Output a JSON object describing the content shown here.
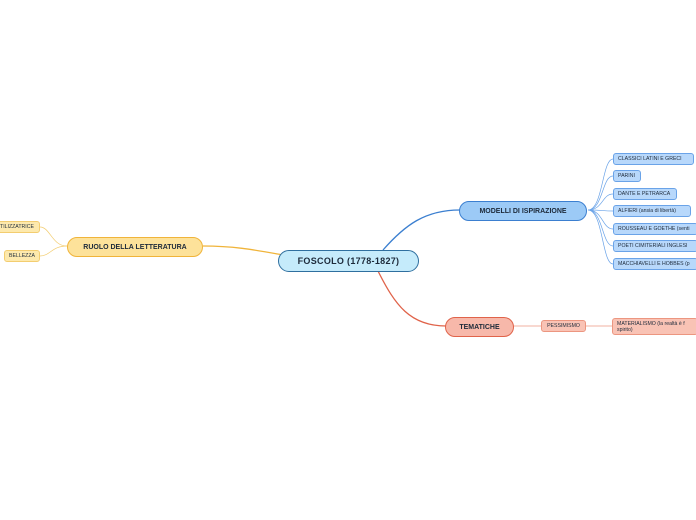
{
  "root": {
    "label": "FOSCOLO (1778-1827)"
  },
  "branches": {
    "modelli": {
      "label": "MODELLI DI ISPIRAZIONE",
      "color": "#3b7fd0",
      "items": [
        "CLASSICI LATINI E GRECI",
        "PARINI",
        "DANTE E PETRARCA",
        "ALFIERI (ansia di libertà)",
        "ROUSSEAU E GOETHE (senti",
        "POETI CIMITERIALI INGLESI",
        "MACCHIAVELLI E HOBBES (p"
      ]
    },
    "tematiche": {
      "label": "TEMATICHE",
      "color": "#e0634a",
      "child": "PESSIMISMO",
      "grandchild": "MATERIALISMO  (la realtà è f spirito)"
    },
    "ruolo": {
      "label": "RUOLO DELLA LETTERATURA",
      "color": "#f0b43a",
      "items": [
        "TILIZZATRICE",
        "BELLEZZA"
      ]
    }
  }
}
